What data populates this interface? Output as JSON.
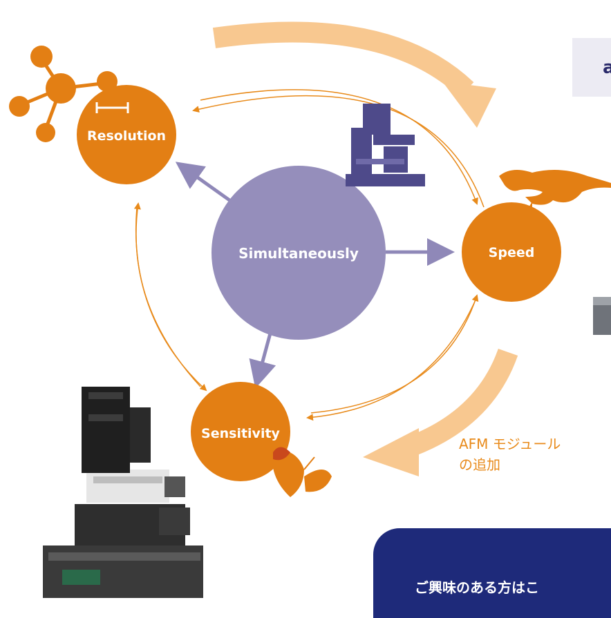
{
  "diagram": {
    "center_label": "Simultaneously",
    "nodes": {
      "resolution": "Resolution",
      "speed": "Speed",
      "sensitivity": "Sensitivity"
    },
    "colors": {
      "node_orange": "#e37f14",
      "center_purple": "#958ebb",
      "arrow_purple": "#8f88b8",
      "arc_light_orange": "#f8c890",
      "thin_arc_orange": "#e88a1a",
      "cta_navy": "#1e2a7a"
    }
  },
  "side_box": {
    "text": "a"
  },
  "afm_annotation": {
    "line1": "AFM モジュール",
    "line2": "の追加"
  },
  "cta": {
    "text": "ご興味のある方はこ"
  },
  "icons": [
    "molecule-icon",
    "microscope-icon",
    "cheetah-icon",
    "butterfly-icon",
    "scale-bar-icon",
    "afm-instrument-photo"
  ]
}
